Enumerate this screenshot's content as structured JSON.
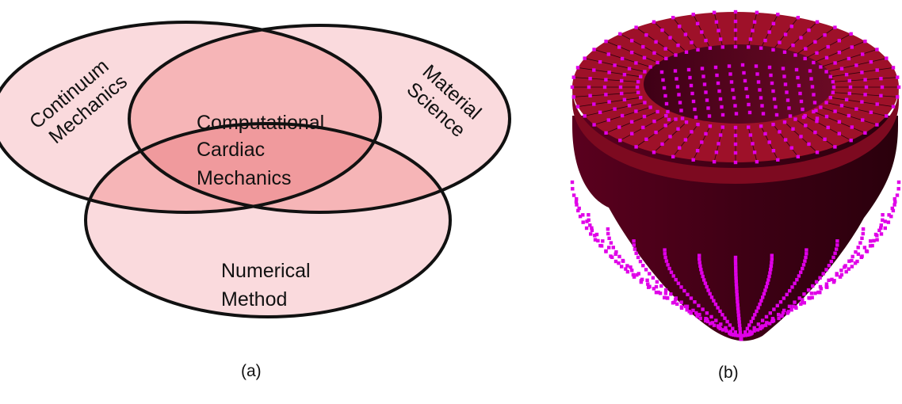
{
  "venn": {
    "sets": {
      "left": [
        "Continuum",
        "Mechanics"
      ],
      "right": [
        "Material",
        "Science"
      ],
      "bottom": [
        "Numerical",
        "Method"
      ],
      "center": [
        "Computational",
        "Cardiac",
        "Mechanics"
      ]
    },
    "colors": {
      "circle_fill": "#fadadd",
      "pair_overlap": "#f6b5b7",
      "triple_overlap": "#f09a9d",
      "outline": "#111111"
    }
  },
  "mesh": {
    "colors": {
      "tissue_dark": "#3d0014",
      "tissue_top": "#9e1129",
      "node_marker": "#e000e8"
    }
  },
  "captions": {
    "a": "(a)",
    "b": "(b)"
  }
}
